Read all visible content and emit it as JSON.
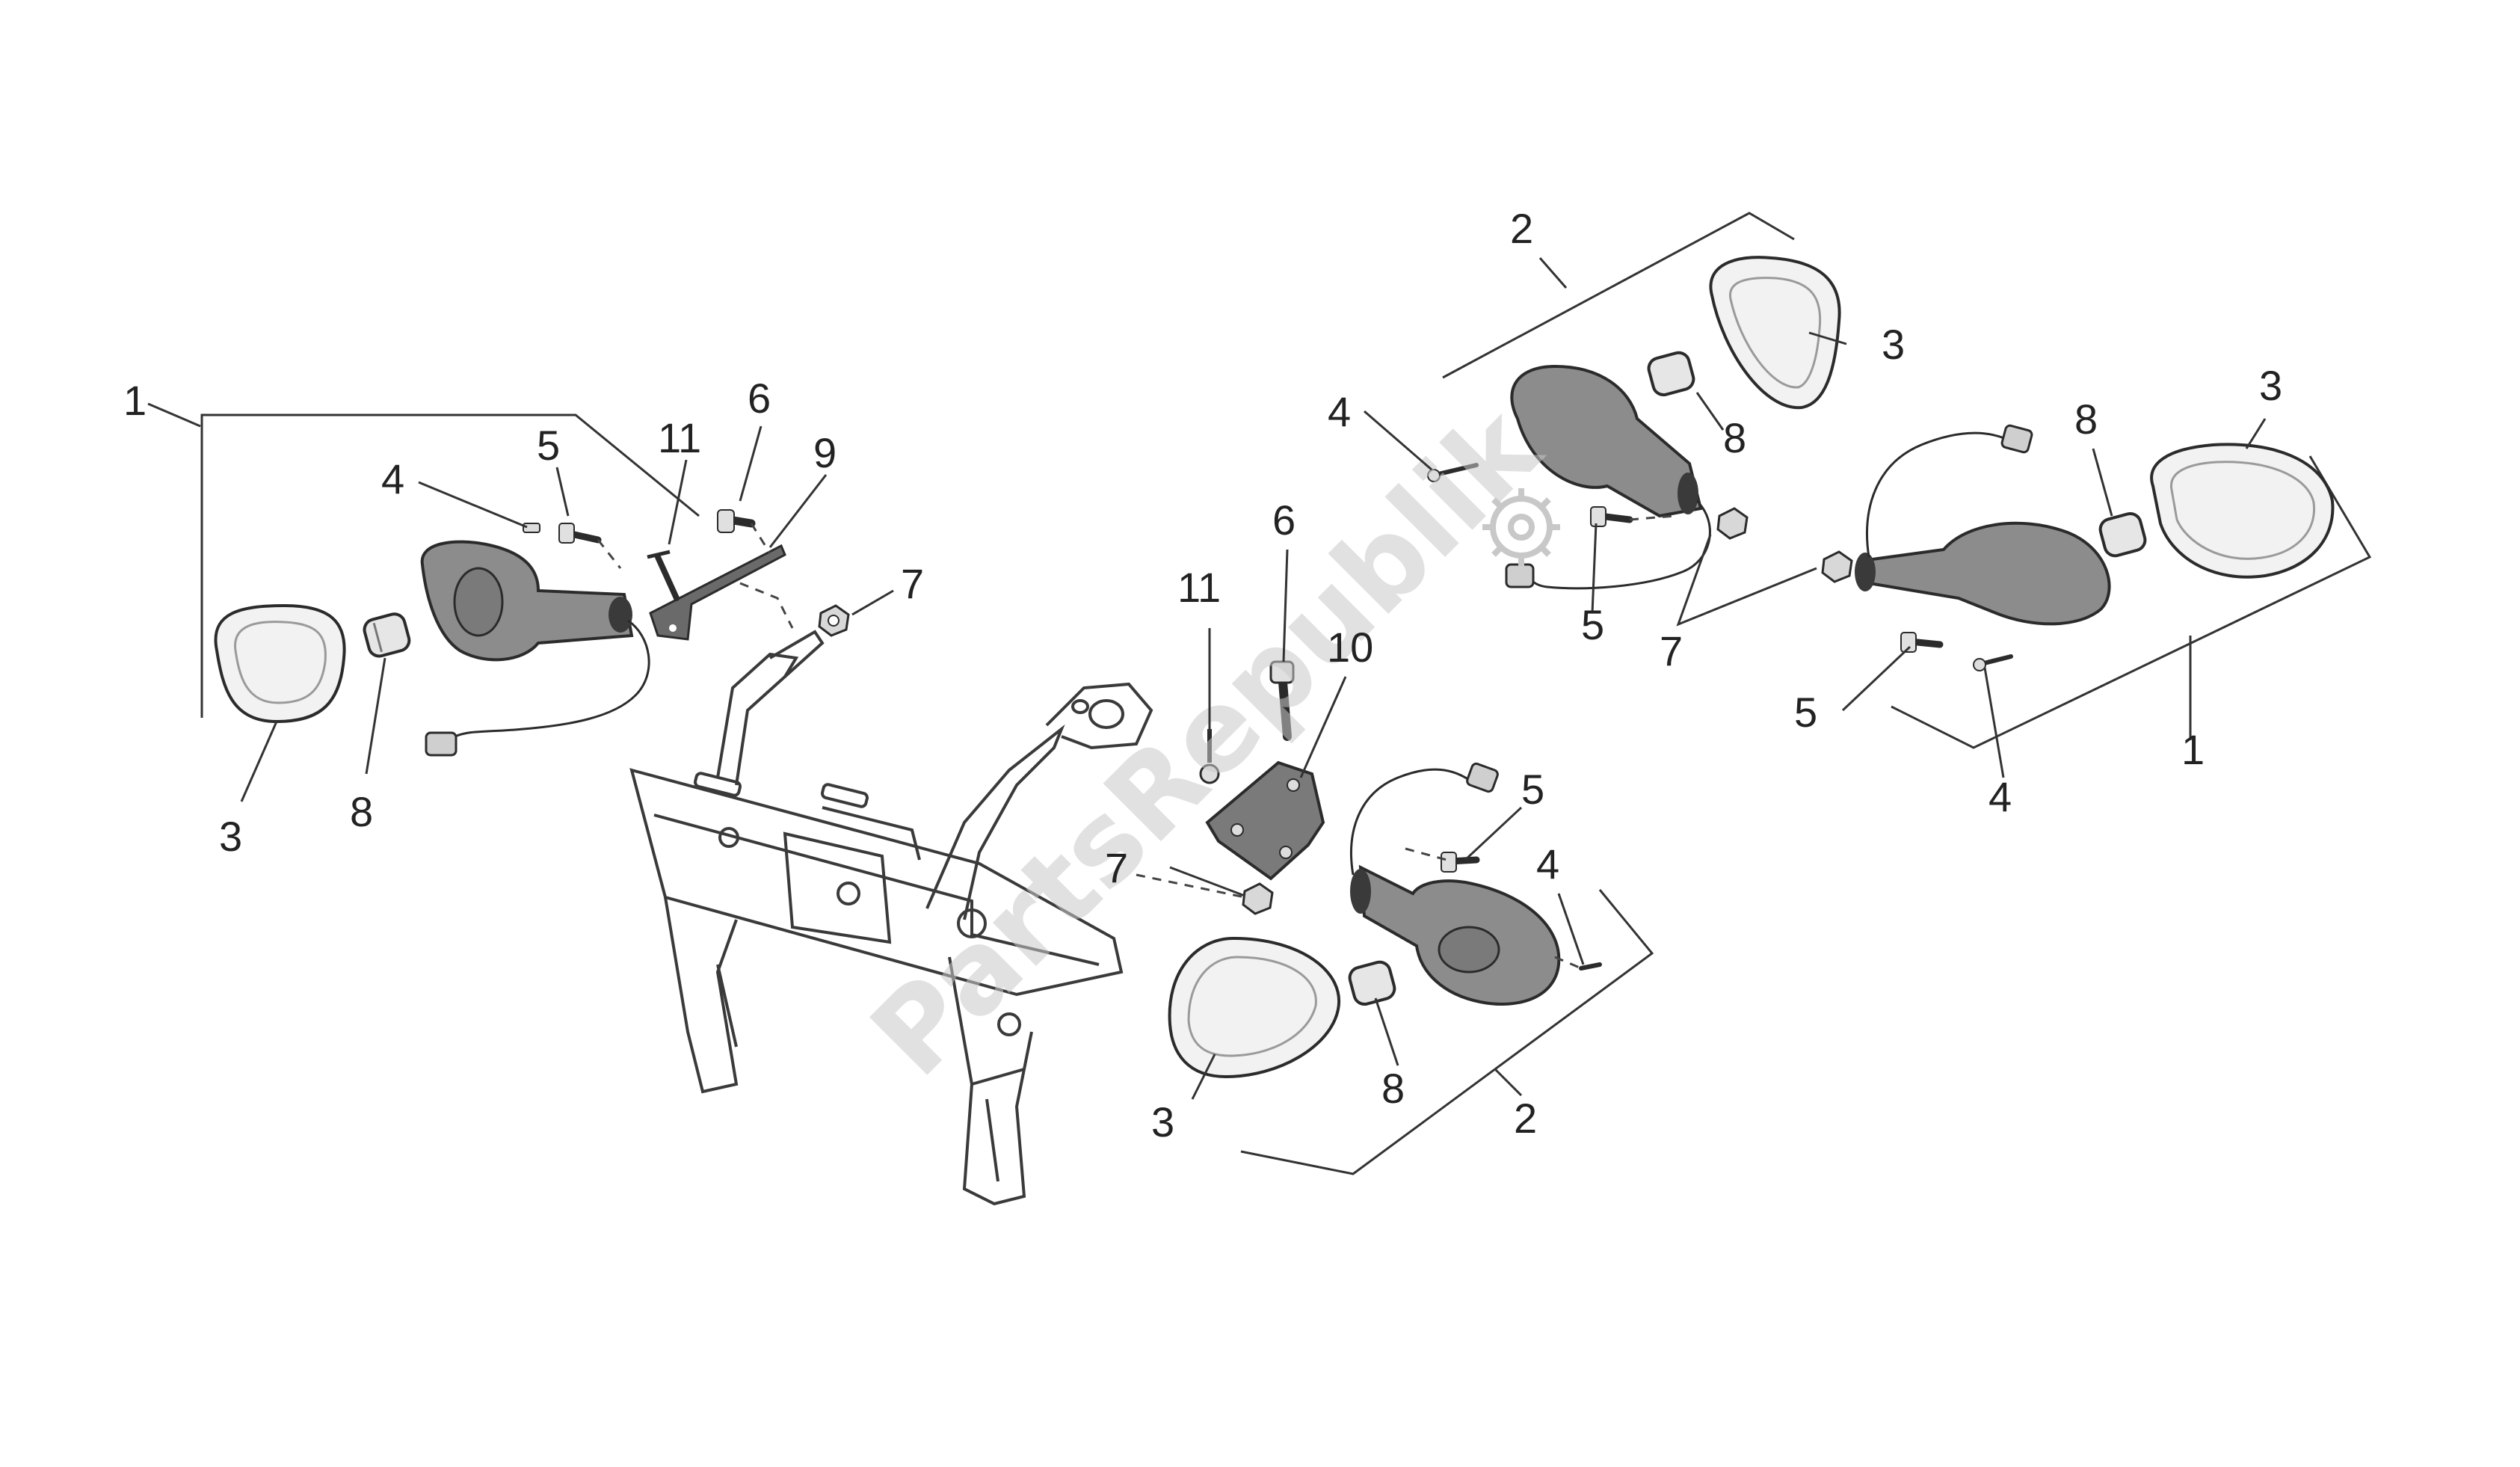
{
  "watermark": {
    "text": "PartsRepublik"
  },
  "colors": {
    "line": "#333333",
    "housing": "#8c8c8c",
    "lens": "#f2f2f2",
    "bulb": "#e6e6e6",
    "watermark": "#c8c8c8"
  },
  "callouts": [
    {
      "id": "c1-left",
      "text": "1"
    },
    {
      "id": "c4-left",
      "text": "4"
    },
    {
      "id": "c5-left",
      "text": "5"
    },
    {
      "id": "c11-left",
      "text": "11"
    },
    {
      "id": "c6-left",
      "text": "6"
    },
    {
      "id": "c9",
      "text": "9"
    },
    {
      "id": "c7-left",
      "text": "7"
    },
    {
      "id": "c3-left",
      "text": "3"
    },
    {
      "id": "c8-left",
      "text": "8"
    },
    {
      "id": "c2-top",
      "text": "2"
    },
    {
      "id": "c3-top",
      "text": "3"
    },
    {
      "id": "c4-top",
      "text": "4"
    },
    {
      "id": "c8-top",
      "text": "8"
    },
    {
      "id": "c5-top",
      "text": "5"
    },
    {
      "id": "c7-right",
      "text": "7"
    },
    {
      "id": "c3-right",
      "text": "3"
    },
    {
      "id": "c8-right",
      "text": "8"
    },
    {
      "id": "c5-right",
      "text": "5"
    },
    {
      "id": "c4-right",
      "text": "4"
    },
    {
      "id": "c1-right",
      "text": "1"
    },
    {
      "id": "c11-center",
      "text": "11"
    },
    {
      "id": "c6-center",
      "text": "6"
    },
    {
      "id": "c10",
      "text": "10"
    },
    {
      "id": "c5-center",
      "text": "5"
    },
    {
      "id": "c4-center",
      "text": "4"
    },
    {
      "id": "c7-center",
      "text": "7"
    },
    {
      "id": "c3-bottom",
      "text": "3"
    },
    {
      "id": "c8-bottom",
      "text": "8"
    },
    {
      "id": "c2-bottom",
      "text": "2"
    }
  ]
}
